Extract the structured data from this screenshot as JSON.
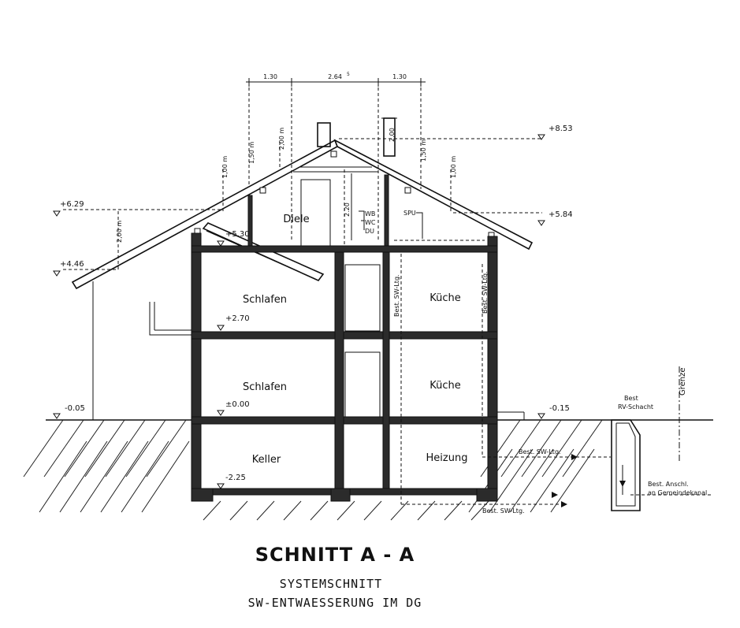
{
  "title": "SCHNITT A - A",
  "subtitle_1": "SYSTEMSCHNITT",
  "subtitle_2": "SW-ENTWAESSERUNG IM DG",
  "rooms": {
    "diele": "Diele",
    "schlafen_og": "Schlafen",
    "kueche_og": "Küche",
    "schlafen_eg": "Schlafen",
    "kueche_eg": "Küche",
    "keller": "Keller",
    "heizung": "Heizung"
  },
  "levels": {
    "ridge": "+8.53",
    "left_upper": "+6.29",
    "right_upper": "+5.84",
    "attic_floor": "+5.30",
    "left_eave": "+4.46",
    "og_floor": "+2.70",
    "eg_floor": "±0.00",
    "ground_left": "-0.05",
    "ground_right": "-0.15",
    "keller_floor": "-2.25"
  },
  "dims": {
    "top_left": "1.30",
    "top_mid": "2.64",
    "top_mid_sup": "5",
    "top_right": "1.30",
    "h_200_left": "2,00 m",
    "h_150_left": "1,50 m",
    "h_100_left": "1,00 m",
    "h_200_right": "2,00",
    "h_150_right": "1,50 m",
    "h_100_right": "1,00 m",
    "h_200_eave": "2,00 m",
    "h_220": "2.20"
  },
  "fixtures": {
    "wb": "WB",
    "wc": "WC",
    "du": "DU",
    "spu": "SPU"
  },
  "pipes": {
    "sw_ltg_1": "Best. SW-Ltg.",
    "sw_ltg_2": "Best. SW-Ltg.",
    "sw_ltg_3": "Best. SW-Ltg.",
    "sw_ltg_4": "Best. SW-Ltg.",
    "rv_best": "Best",
    "rv_schacht": "RV-Schacht",
    "anschl_1": "Best. Anschl.",
    "anschl_2": "an Gemeindekanal",
    "grenze": "Grenze"
  }
}
